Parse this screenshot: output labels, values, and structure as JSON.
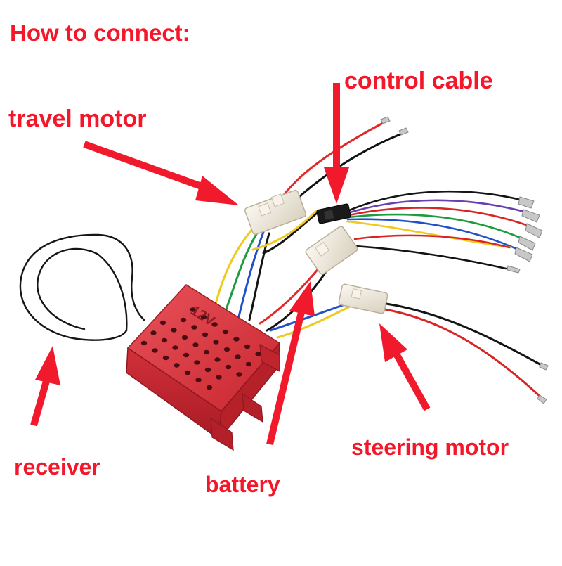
{
  "title": "How to connect:",
  "labels": {
    "control_cable": "control cable",
    "travel_motor": "travel motor",
    "steering_motor": "steering motor",
    "receiver": "receiver",
    "battery": "battery"
  },
  "colors": {
    "label_text": "#f4172a",
    "arrow": "#f01a2c",
    "controller_box": "#d8343c",
    "connector": "#efe9dc"
  },
  "controller_marking": "12V"
}
